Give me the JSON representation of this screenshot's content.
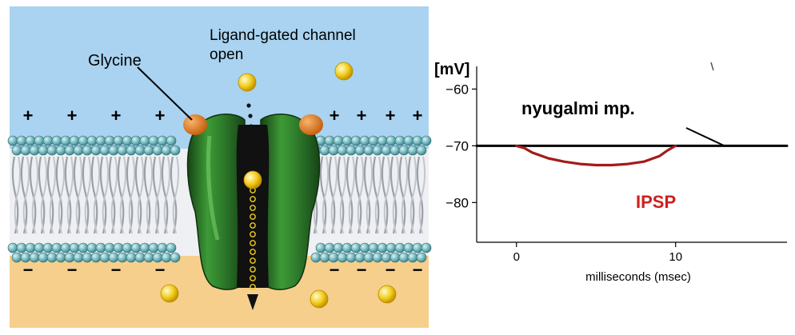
{
  "membrane": {
    "glycine_label": "Glycine",
    "channel_label_line1": "Ligand-gated channel",
    "channel_label_line2": "open",
    "outside_charge": "+",
    "inside_charge": "−",
    "colors": {
      "extracellular": "#a9d3f0",
      "intracellular": "#f6cf8c",
      "channel": "#2f7d2c",
      "channel_dark": "#174417",
      "binding_site": "#e07a1e",
      "ion": "#f3cc1c",
      "lipid_head": "#6fb5bd",
      "lipid_tail": "#9aa0a8"
    }
  },
  "chart_data": {
    "type": "line",
    "title": "",
    "ylabel": "[mV]",
    "xlabel": "milliseconds (msec)",
    "xlim": [
      -2.5,
      17
    ],
    "ylim": [
      -87,
      -56
    ],
    "yticks": [
      -60,
      -70,
      -80
    ],
    "ytick_labels": [
      "−60",
      "−70",
      "−80"
    ],
    "xticks": [
      0,
      10
    ],
    "xtick_labels": [
      "0",
      "10"
    ],
    "annotations": [
      {
        "text": "nyugalmi mp.",
        "color": "#000000"
      },
      {
        "text": "IPSP",
        "color": "#cc1f1f"
      }
    ],
    "series": [
      {
        "color": "#000000",
        "x": [
          -2.5,
          0,
          10,
          17
        ],
        "y": [
          -70,
          -70,
          -70,
          -70
        ]
      },
      {
        "color": "#a31b1b",
        "x": [
          0,
          0.5,
          1,
          2,
          3,
          4,
          5,
          6,
          7,
          8,
          9,
          9.5,
          10
        ],
        "y": [
          -70,
          -70.4,
          -71.2,
          -72.2,
          -72.8,
          -73.2,
          -73.4,
          -73.4,
          -73.2,
          -72.8,
          -71.8,
          -70.8,
          -70
        ]
      }
    ]
  }
}
